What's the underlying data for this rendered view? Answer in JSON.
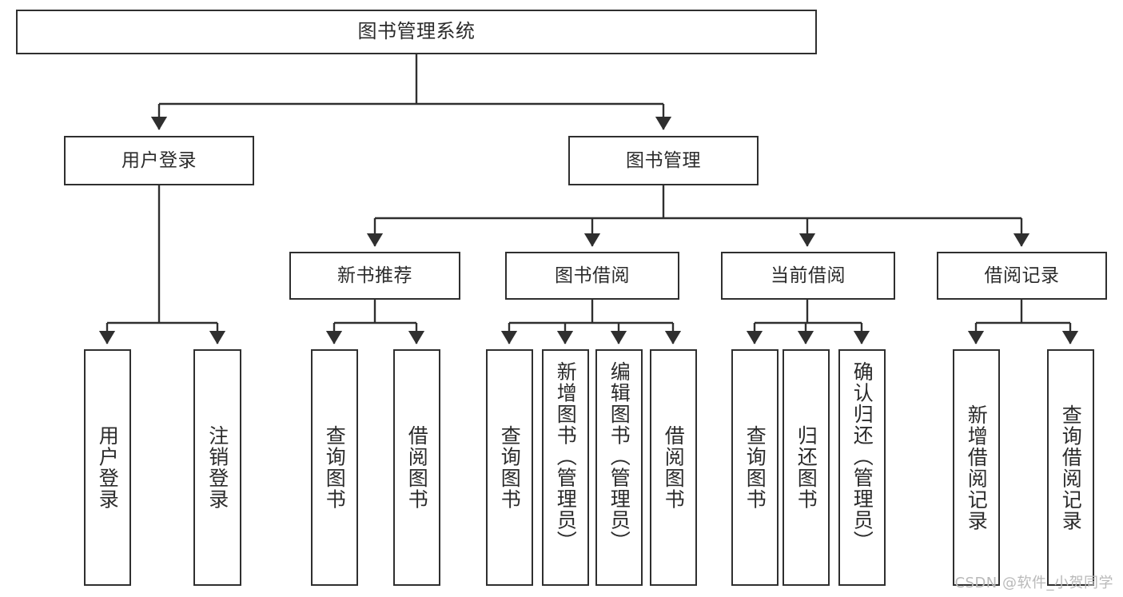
{
  "diagram": {
    "title": "图书管理系统",
    "type": "tree",
    "watermark": "CSDN @软件_小贺同学",
    "colors": {
      "border": "#2f2f2f",
      "background": "#ffffff",
      "text": "#2b2b2b",
      "watermark": "#b9b9b9"
    },
    "nodes": {
      "root": {
        "label": "图书管理系统"
      },
      "level2": [
        {
          "label": "用户登录"
        },
        {
          "label": "图书管理"
        }
      ],
      "level3": [
        {
          "label": "新书推荐"
        },
        {
          "label": "图书借阅"
        },
        {
          "label": "当前借阅"
        },
        {
          "label": "借阅记录"
        }
      ],
      "leaves_user_login": [
        {
          "label": "用户登录"
        },
        {
          "label": "注销登录"
        }
      ],
      "leaves_new_books": [
        {
          "label": "查询图书"
        },
        {
          "label": "借阅图书"
        }
      ],
      "leaves_borrow": [
        {
          "label": "查询图书"
        },
        {
          "label": "新增图书（管理员）"
        },
        {
          "label": "编辑图书（管理员）"
        },
        {
          "label": "借阅图书"
        }
      ],
      "leaves_current": [
        {
          "label": "查询图书"
        },
        {
          "label": "归还图书"
        },
        {
          "label": "确认归还（管理员）"
        }
      ],
      "leaves_records": [
        {
          "label": "新增借阅记录"
        },
        {
          "label": "查询借阅记录"
        }
      ]
    }
  },
  "chart_data": {
    "type": "table",
    "title": "图书管理系统 功能结构图",
    "hierarchy": [
      {
        "name": "图书管理系统",
        "children": [
          {
            "name": "用户登录",
            "children": [
              {
                "name": "用户登录"
              },
              {
                "name": "注销登录"
              }
            ]
          },
          {
            "name": "图书管理",
            "children": [
              {
                "name": "新书推荐",
                "children": [
                  {
                    "name": "查询图书"
                  },
                  {
                    "name": "借阅图书"
                  }
                ]
              },
              {
                "name": "图书借阅",
                "children": [
                  {
                    "name": "查询图书"
                  },
                  {
                    "name": "新增图书（管理员）"
                  },
                  {
                    "name": "编辑图书（管理员）"
                  },
                  {
                    "name": "借阅图书"
                  }
                ]
              },
              {
                "name": "当前借阅",
                "children": [
                  {
                    "name": "查询图书"
                  },
                  {
                    "name": "归还图书"
                  },
                  {
                    "name": "确认归还（管理员）"
                  }
                ]
              },
              {
                "name": "借阅记录",
                "children": [
                  {
                    "name": "新增借阅记录"
                  },
                  {
                    "name": "查询借阅记录"
                  }
                ]
              }
            ]
          }
        ]
      }
    ]
  }
}
